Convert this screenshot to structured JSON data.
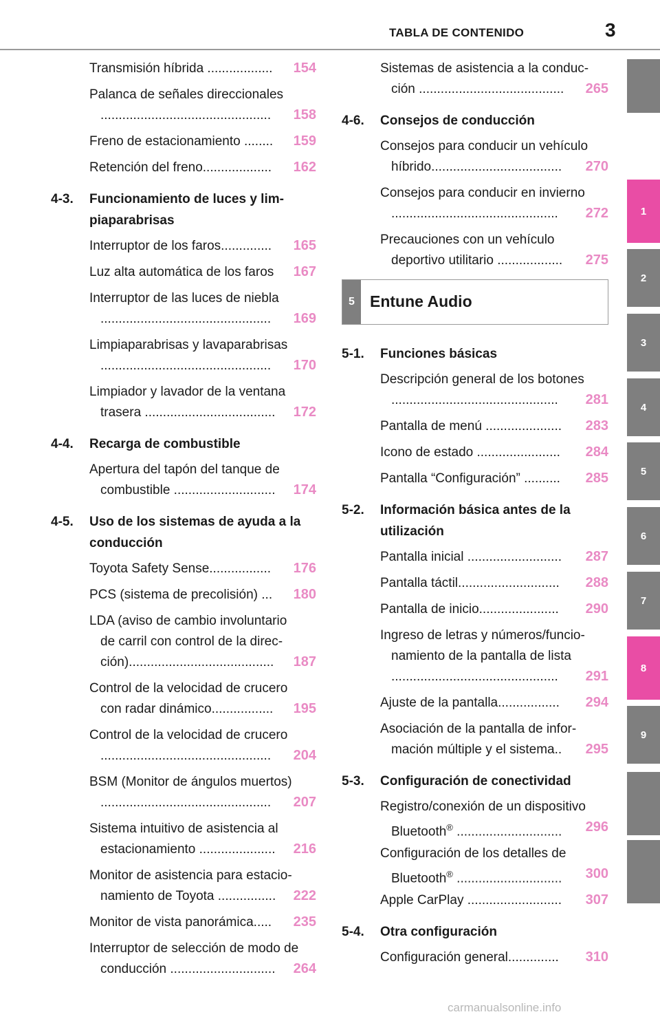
{
  "header": {
    "title": "TABLA DE CONTENIDO",
    "page_number": "3"
  },
  "left": [
    {
      "kind": "entry",
      "lines": [
        "Transmisión híbrida .................."
      ],
      "page": "154"
    },
    {
      "kind": "entry",
      "lines": [
        "Palanca de señales direccionales",
        "..............................................."
      ],
      "page": "158"
    },
    {
      "kind": "entry",
      "lines": [
        "Freno de estacionamiento ........"
      ],
      "page": "159"
    },
    {
      "kind": "entry",
      "lines": [
        "Retención del freno..................."
      ],
      "page": "162"
    },
    {
      "kind": "section",
      "num": "4-3.",
      "lines": [
        "Funcionamiento de luces y lim-",
        "piaparabrisas"
      ]
    },
    {
      "kind": "entry",
      "lines": [
        "Interruptor de los faros.............."
      ],
      "page": "165"
    },
    {
      "kind": "entry",
      "lines": [
        "Luz alta automática de los faros"
      ],
      "page": "167"
    },
    {
      "kind": "entry",
      "lines": [
        "Interruptor de las luces de niebla",
        "..............................................."
      ],
      "page": "169"
    },
    {
      "kind": "entry",
      "lines": [
        "Limpiaparabrisas y lavaparabrisas",
        "..............................................."
      ],
      "page": "170"
    },
    {
      "kind": "entry",
      "lines": [
        "Limpiador y lavador de la ventana",
        "trasera ...................................."
      ],
      "page": "172"
    },
    {
      "kind": "section",
      "num": "4-4.",
      "lines": [
        "Recarga de combustible"
      ]
    },
    {
      "kind": "entry",
      "lines": [
        "Apertura del tapón del tanque de",
        "combustible ............................"
      ],
      "page": "174"
    },
    {
      "kind": "section",
      "num": "4-5.",
      "lines": [
        "Uso de los sistemas de ayuda a la",
        "conducción"
      ]
    },
    {
      "kind": "entry",
      "lines": [
        "Toyota Safety Sense................."
      ],
      "page": "176"
    },
    {
      "kind": "entry",
      "lines": [
        "PCS (sistema de precolisión) ..."
      ],
      "page": "180"
    },
    {
      "kind": "entry",
      "lines": [
        "LDA (aviso de cambio involuntario",
        "de carril con control de la direc-",
        "ción)........................................"
      ],
      "page": "187"
    },
    {
      "kind": "entry",
      "lines": [
        "Control de la velocidad de crucero",
        "con radar dinámico................."
      ],
      "page": "195"
    },
    {
      "kind": "entry",
      "lines": [
        "Control de la velocidad de crucero",
        "..............................................."
      ],
      "page": "204"
    },
    {
      "kind": "entry",
      "lines": [
        "BSM (Monitor de ángulos muertos)",
        "..............................................."
      ],
      "page": "207"
    },
    {
      "kind": "entry",
      "lines": [
        "Sistema intuitivo de asistencia al",
        "estacionamiento ....................."
      ],
      "page": "216"
    },
    {
      "kind": "entry",
      "lines": [
        "Monitor de asistencia para estacio-",
        "namiento de Toyota ................"
      ],
      "page": "222"
    },
    {
      "kind": "entry",
      "lines": [
        "Monitor de vista panorámica....."
      ],
      "page": "235"
    },
    {
      "kind": "entry",
      "lines": [
        "Interruptor de selección de modo de",
        "conducción ............................."
      ],
      "page": "264"
    }
  ],
  "right_top": [
    {
      "kind": "entry",
      "lines": [
        "Sistemas de asistencia a la conduc-",
        "ción ........................................"
      ],
      "page": "265"
    },
    {
      "kind": "section",
      "num": "4-6.",
      "lines": [
        "Consejos de conducción"
      ]
    },
    {
      "kind": "entry",
      "lines": [
        "Consejos para conducir un vehículo",
        "híbrido...................................."
      ],
      "page": "270"
    },
    {
      "kind": "entry",
      "lines": [
        "Consejos para conducir en invierno",
        ".............................................."
      ],
      "page": "272"
    },
    {
      "kind": "entry",
      "lines": [
        "Precauciones con un vehículo",
        "deportivo utilitario .................."
      ],
      "page": "275"
    }
  ],
  "chapter": {
    "number": "5",
    "title": "Entune Audio"
  },
  "right_bottom": [
    {
      "kind": "section",
      "num": "5-1.",
      "lines": [
        "Funciones básicas"
      ]
    },
    {
      "kind": "entry",
      "lines": [
        "Descripción general de los botones",
        ".............................................."
      ],
      "page": "281"
    },
    {
      "kind": "entry",
      "lines": [
        "Pantalla de menú ....................."
      ],
      "page": "283"
    },
    {
      "kind": "entry",
      "lines": [
        "Icono de estado ......................."
      ],
      "page": "284"
    },
    {
      "kind": "entry",
      "lines": [
        "Pantalla “Configuración” .........."
      ],
      "page": "285"
    },
    {
      "kind": "section",
      "num": "5-2.",
      "lines": [
        "Información básica antes de la",
        "utilización"
      ]
    },
    {
      "kind": "entry",
      "lines": [
        "Pantalla inicial .........................."
      ],
      "page": "287"
    },
    {
      "kind": "entry",
      "lines": [
        "Pantalla táctil............................"
      ],
      "page": "288"
    },
    {
      "kind": "entry",
      "lines": [
        "Pantalla de inicio......................"
      ],
      "page": "290"
    },
    {
      "kind": "entry",
      "lines": [
        "Ingreso de letras y números/funcio-",
        "namiento de la pantalla de lista",
        ".............................................."
      ],
      "page": "291"
    },
    {
      "kind": "entry",
      "lines": [
        "Ajuste de la pantalla................."
      ],
      "page": "294"
    },
    {
      "kind": "entry",
      "lines": [
        "Asociación de la pantalla de infor-",
        "mación múltiple y el sistema.."
      ],
      "page": "295"
    },
    {
      "kind": "section",
      "num": "5-3.",
      "lines": [
        "Configuración de conectividad"
      ]
    },
    {
      "kind": "entry",
      "lines": [
        "Registro/conexión de un dispositivo",
        "Bluetooth® ............................."
      ],
      "page": "296"
    },
    {
      "kind": "entry",
      "lines": [
        "Configuración de los detalles de",
        "Bluetooth® ............................."
      ],
      "page": "300"
    },
    {
      "kind": "entry",
      "lines": [
        "Apple CarPlay .........................."
      ],
      "page": "307"
    },
    {
      "kind": "section",
      "num": "5-4.",
      "lines": [
        "Otra configuración"
      ]
    },
    {
      "kind": "entry",
      "lines": [
        "Configuración general.............."
      ],
      "page": "310"
    }
  ],
  "tabs": [
    {
      "label": "",
      "active": false
    },
    {
      "label": "1",
      "active": true
    },
    {
      "label": "2",
      "active": false
    },
    {
      "label": "3",
      "active": false
    },
    {
      "label": "4",
      "active": false
    },
    {
      "label": "5",
      "active": false
    },
    {
      "label": "6",
      "active": false
    },
    {
      "label": "7",
      "active": false
    },
    {
      "label": "8",
      "active": true
    },
    {
      "label": "9",
      "active": false
    },
    {
      "label": "",
      "active": false
    },
    {
      "label": "",
      "active": false
    }
  ],
  "watermark": "carmanualsonline.info",
  "colors": {
    "page_number": "#e98ac4",
    "tab_gray": "#7f7f7f",
    "tab_pink": "#e94da5"
  }
}
